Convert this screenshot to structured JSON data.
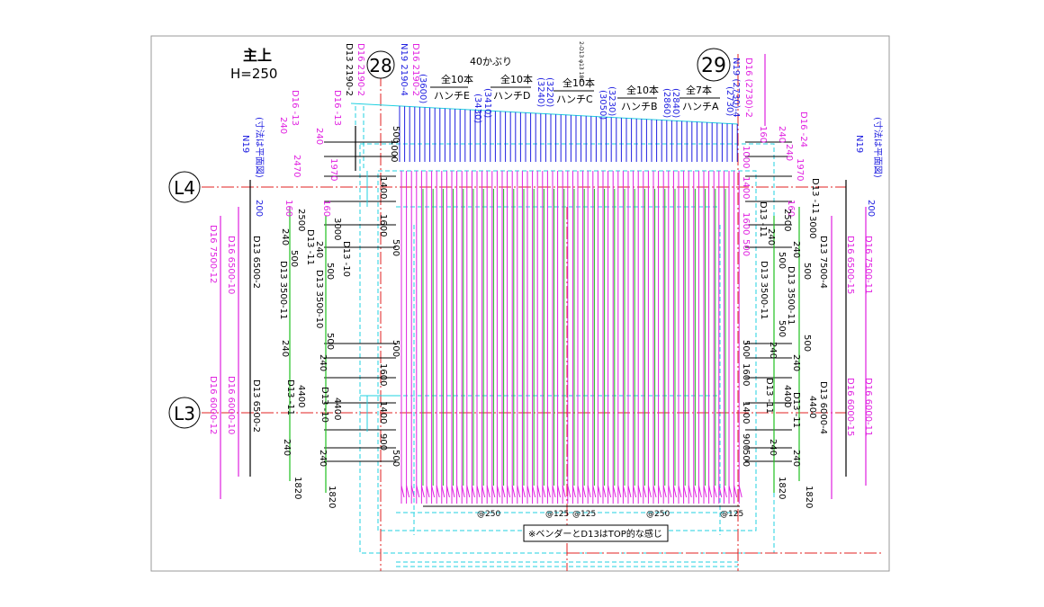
{
  "title": {
    "main": "主上",
    "height": "H=250"
  },
  "grid": {
    "col_left": "28",
    "col_right": "29",
    "row_top": "L4",
    "row_bottom": "L3"
  },
  "top_labels": {
    "kaburi": "40かぶり",
    "small_note": "2-D13  φ13  180",
    "left_col_a": "D13 2190-2",
    "left_col_b": "D16 2190-2",
    "left_col_c": "N19 2190-4",
    "left_col_d": "D16 2190-2",
    "right_col_a": "N19 (2730)-4",
    "right_col_b": "D16 (2730)-2",
    "left_d16_13a": "D16 -13",
    "left_d16_13b": "D16 -13",
    "right_d16_24": "D16 -24"
  },
  "hanchi": [
    {
      "count": "全10本",
      "name": "ハンチE",
      "dims": [
        "(3600)",
        "(3410)",
        "(3430)"
      ]
    },
    {
      "count": "全10本",
      "name": "ハンチD",
      "dims": [
        "(3240)",
        "(3220)"
      ]
    },
    {
      "count": "全10本",
      "name": "ハンチC",
      "dims": [
        "(3050)",
        "(3230)"
      ]
    },
    {
      "count": "全10本",
      "name": "ハンチB",
      "dims": [
        "(2860)",
        "(2840)"
      ]
    },
    {
      "count": "全7本",
      "name": "ハンチA",
      "dims": [
        "(2730)"
      ]
    }
  ],
  "left_side": {
    "n19": "N19",
    "note": "(寸法は平面図)",
    "dim_200": "200",
    "d16_7500": "D16 7500-12",
    "d16_6500": "D16 6500-10",
    "d13_6500": "D13 6500-2",
    "d13_3500_11": "D13 3500-11",
    "d13_3500_10": "D13 3500-10",
    "d13_11": "D13 -11",
    "d13_10": "D13 -10",
    "d16_6000_12": "D16 6000-12",
    "d16_6000_10": "D16 6000-10",
    "d13_6500b": "D13 6500-2",
    "d13_11b": "D13 -11",
    "d13_10b": "D13 -10",
    "v240": "240",
    "v2470": "2470",
    "v1970": "1970",
    "v160": "160",
    "v2500": "2500",
    "v3000": "3000",
    "v500": "500",
    "v4400": "4400",
    "v1820": "1820",
    "v1000": "1000",
    "v1400": "1400",
    "v1600": "1600",
    "v900": "900"
  },
  "right_side": {
    "n19": "N19",
    "note": "(寸法は平面図)",
    "dim_200": "200",
    "d16_7500": "D16 7500-11",
    "d16_6500": "D16 6500-15",
    "d13_7500": "D13 7500-4",
    "d13_11": "D13 -11",
    "d13_3500": "D13 3500-11",
    "d13_3500b": "D13 3500-11",
    "d16_6000_11": "D16 6000-11",
    "d16_6000_15": "D16 6000-15",
    "d13_6000": "D13 6000-4",
    "d13_11b": "D13 -11",
    "v160": "160",
    "v240": "240",
    "v1970": "1970",
    "v2500": "2500",
    "v3000": "3000",
    "v500": "500",
    "v4400": "4400",
    "v1820": "1820",
    "v1000": "1000",
    "v1400": "1400",
    "v1600": "1600",
    "v900": "900"
  },
  "bottom": {
    "pitch_left": "@250",
    "pitch_mid_a": "@125",
    "pitch_mid_b": "@125",
    "pitch_right": "@250",
    "pitch_end": "@125",
    "note": "※ベンダーとD13はTOP的な感じ"
  },
  "colors": {
    "magenta": "#e020e0",
    "green": "#20c020",
    "cyan": "#20d0e0",
    "red": "#e02020",
    "blue": "#2020e0",
    "black": "#000000"
  }
}
